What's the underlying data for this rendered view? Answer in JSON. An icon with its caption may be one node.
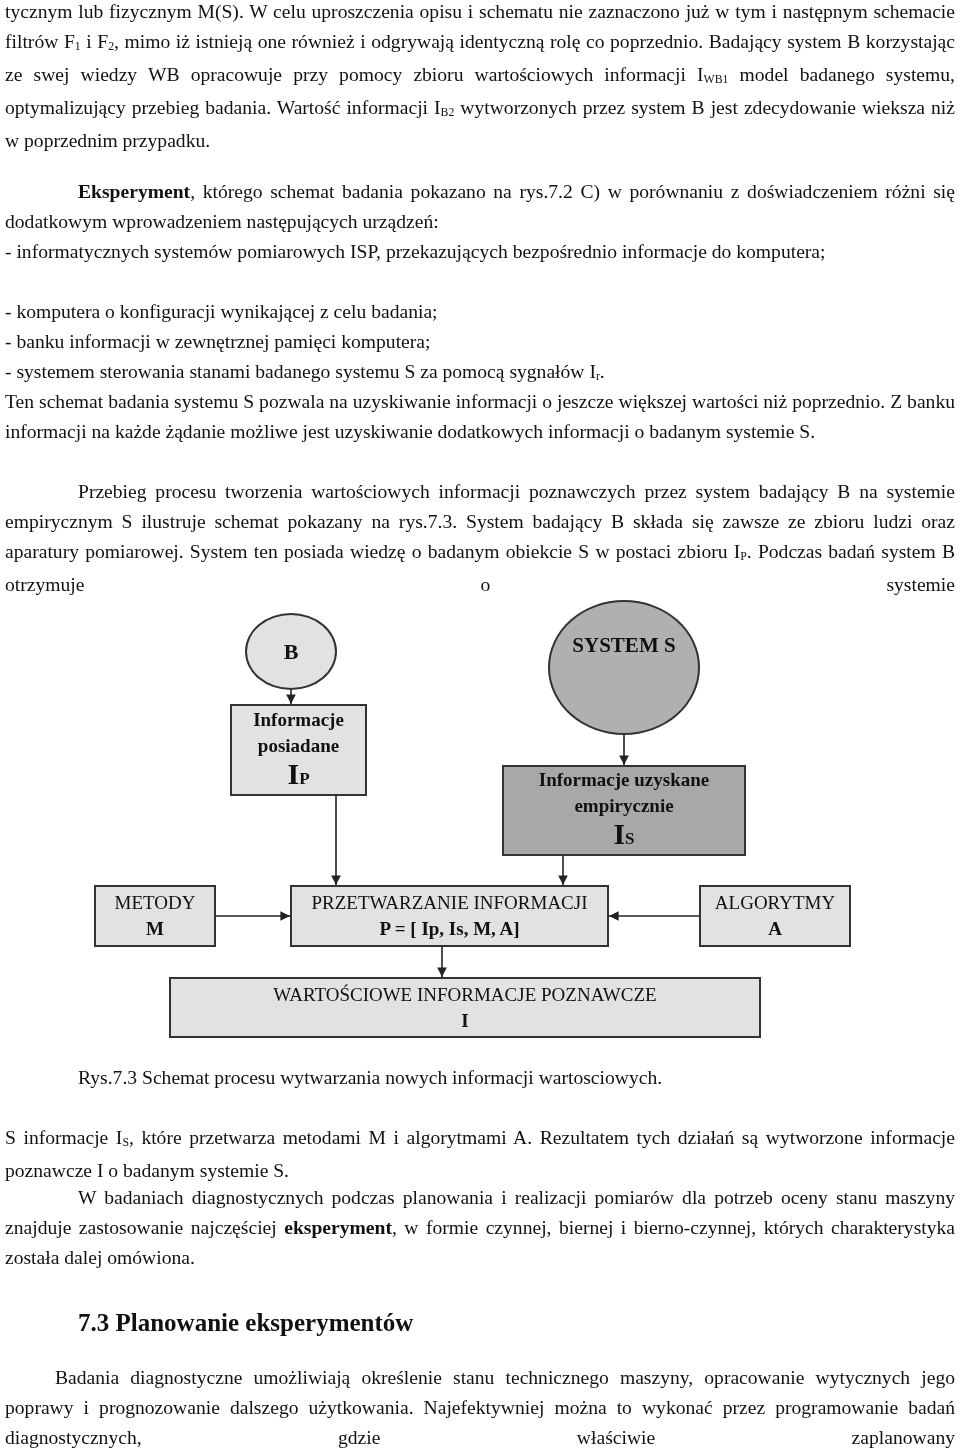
{
  "diagram": {
    "caption": "Rys.7.3 Schemat procesu wytwarzania nowych informacji wartosciowych.",
    "nodes": [
      {
        "text": [
          "B"
        ]
      },
      {
        "text": [
          "SYSTEM S"
        ]
      },
      {
        "text": [
          "Informacje posiadane",
          "I$_{P}$"
        ]
      },
      {
        "text": [
          "Informacje uzyskane empirycznie",
          "I$_{S}$"
        ]
      },
      {
        "text": [
          "METODY",
          "M"
        ]
      },
      {
        "text": [
          "PRZETWARZANIE INFORMACJI",
          "P = [ Ip, Is, M, A]"
        ]
      },
      {
        "text": [
          "ALGORYTMY",
          "A"
        ]
      },
      {
        "text": [
          "WARTOŚCIOWE INFORMACJE POZNAWCZE",
          "I"
        ]
      }
    ],
    "edges": [
      {
        "from": 0,
        "to": 2,
        "arrow": "to"
      },
      {
        "from": 1,
        "to": 3,
        "arrow": "to"
      },
      {
        "from": 2,
        "to": 5,
        "arrow": "to"
      },
      {
        "from": 3,
        "to": 5,
        "arrow": "to"
      },
      {
        "from": 4,
        "to": 5,
        "arrow": "to"
      },
      {
        "from": 6,
        "to": 5,
        "arrow": "to"
      },
      {
        "from": 5,
        "to": 7,
        "arrow": "to"
      }
    ],
    "labels": [
      "tycznym lub fizycznym M(S). W celu uproszczenia opisu i schematu nie zaznaczono już w tym i następnym schemacie filtrów F$_{1}$ i F$_{2}$, mimo iż istnieją one również i odgrywają identyczną rolę co poprzednio. Badający system B korzystając ze swej wiedzy WB opracowuje przy pomocy zbioru wartościowych informacji I$_{WB1}$ model badanego systemu, optymalizujący przebieg badania. Wartość informacji I$_{B2}$ wytworzonych przez system B jest zdecydowanie wieksza niż w poprzednim przypadku.",
      "**Eksperyment**, którego schemat badania pokazano na rys.7.2 C) w porównaniu z doświadczeniem różni się dodatkowym wprowadzeniem następujących urządzeń:",
      "- informatycznych systemów pomiarowych ISP, przekazujących bezpośrednio informacje do komputera;",
      "- komputera o konfiguracji wynikającej z celu badania;",
      "- banku informacji w zewnętrznej pamięci komputera;",
      "- systemem sterowania stanami badanego systemu S za pomocą sygnałów I$_{r}$.",
      "Ten schemat badania systemu S pozwala na uzyskiwanie informacji o jeszcze większej wartości niż poprzednio. Z banku informacji na każde żądanie możliwe jest uzyskiwanie dodatkowych informacji o badanym systemie S.",
      "Przebieg procesu tworzenia wartościowych informacji poznawczych przez system badający B na systemie empirycznym S ilustruje schemat pokazany na rys.7.3. System badający B składa się zawsze ze zbioru ludzi oraz aparatury pomiarowej. System ten posiada wiedzę o badanym obiekcie S w postaci zbioru I$_{P}$. Podczas badań system B otrzymuje o systemie",
      "S informacje I$_{S}$, które przetwarza metodami M i algorytmami A. Rezultatem tych działań są wytworzone informacje poznawcze I o badanym systemie S.",
      "W badaniach diagnostycznych podczas planowania i realizacji pomiarów dla potrzeb oceny stanu maszyny znajduje zastosowanie najczęściej **eksperyment**, w formie czynnej, biernej i bierno-czynnej, których charakterystyka została dalej omówiona.",
      "7.3 Planowanie eksperymentów",
      "Badania diagnostyczne umożliwiają określenie stanu technicznego maszyny, opracowanie wytycznych jego poprawy i prognozowanie dalszego użytkowania. Najefektywniej można to wykonać przez programowanie badań diagnostycznych, gdzie właściwie zaplanowany"
    ]
  }
}
